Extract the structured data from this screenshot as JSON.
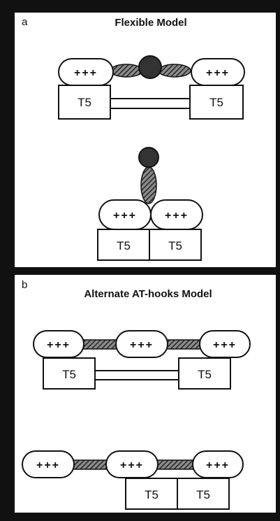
{
  "panels": [
    {
      "label": "a",
      "title": "Flexible Model"
    },
    {
      "label": "b",
      "title": "Alternate AT-hooks Model"
    }
  ],
  "domain_label": "+++",
  "box_label": "T5",
  "colors": {
    "ink": "#111111",
    "paper": "#ffffff",
    "hatch_fill": "#555555"
  }
}
